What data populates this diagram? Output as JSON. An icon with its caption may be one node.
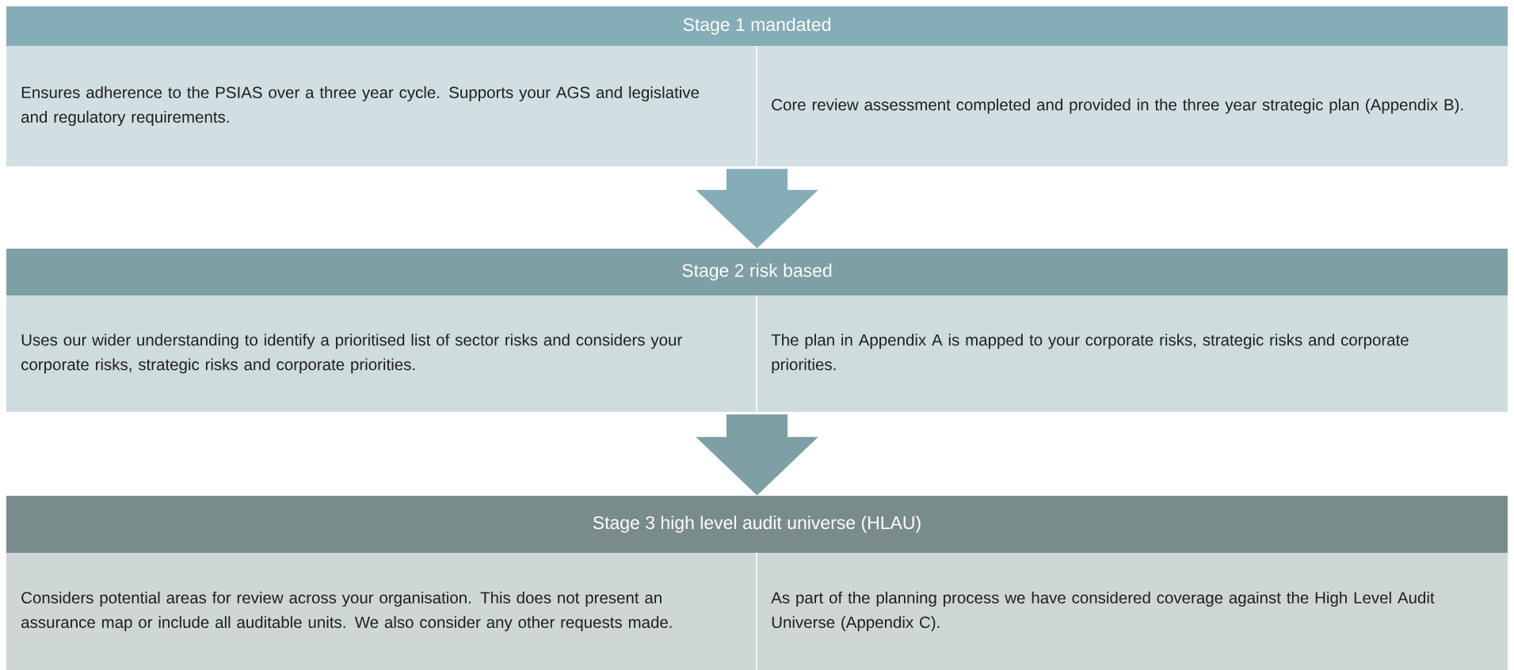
{
  "diagram": {
    "nodes": [
      {
        "text": [
          "Stage 1 mandated"
        ]
      },
      {
        "text": [
          "Ensures adherence to the PSIAS over a three year cycle. Supports your AGS and legislative and regulatory requirements."
        ],
        "in": 0
      },
      {
        "text": [
          "Core review assessment completed and provided in the three year strategic plan (Appendix B)."
        ],
        "in": 0
      },
      {
        "text": [
          "Stage 2 risk based"
        ]
      },
      {
        "text": [
          "Uses our wider understanding to identify a prioritised list of sector risks and considers your corporate risks, strategic risks and corporate priorities."
        ],
        "in": 3
      },
      {
        "text": [
          "The plan in Appendix A is mapped to your corporate risks, strategic risks and corporate priorities."
        ],
        "in": 3
      },
      {
        "text": [
          "Stage 3 high level audit universe (HLAU)"
        ]
      },
      {
        "text": [
          "Considers potential areas for review across your organisation. This does not present an assurance map or include all auditable units. We also consider any other requests made."
        ],
        "in": 6
      },
      {
        "text": [
          "As part of the planning process we have considered coverage against the High Level Audit Universe (Appendix C)."
        ],
        "in": 6
      }
    ],
    "edges": [
      {
        "from": 0,
        "to": 3,
        "arrow": "to",
        "color": "#84adb7"
      },
      {
        "from": 3,
        "to": 6,
        "arrow": "to",
        "color": "#7e9fa3"
      }
    ]
  }
}
